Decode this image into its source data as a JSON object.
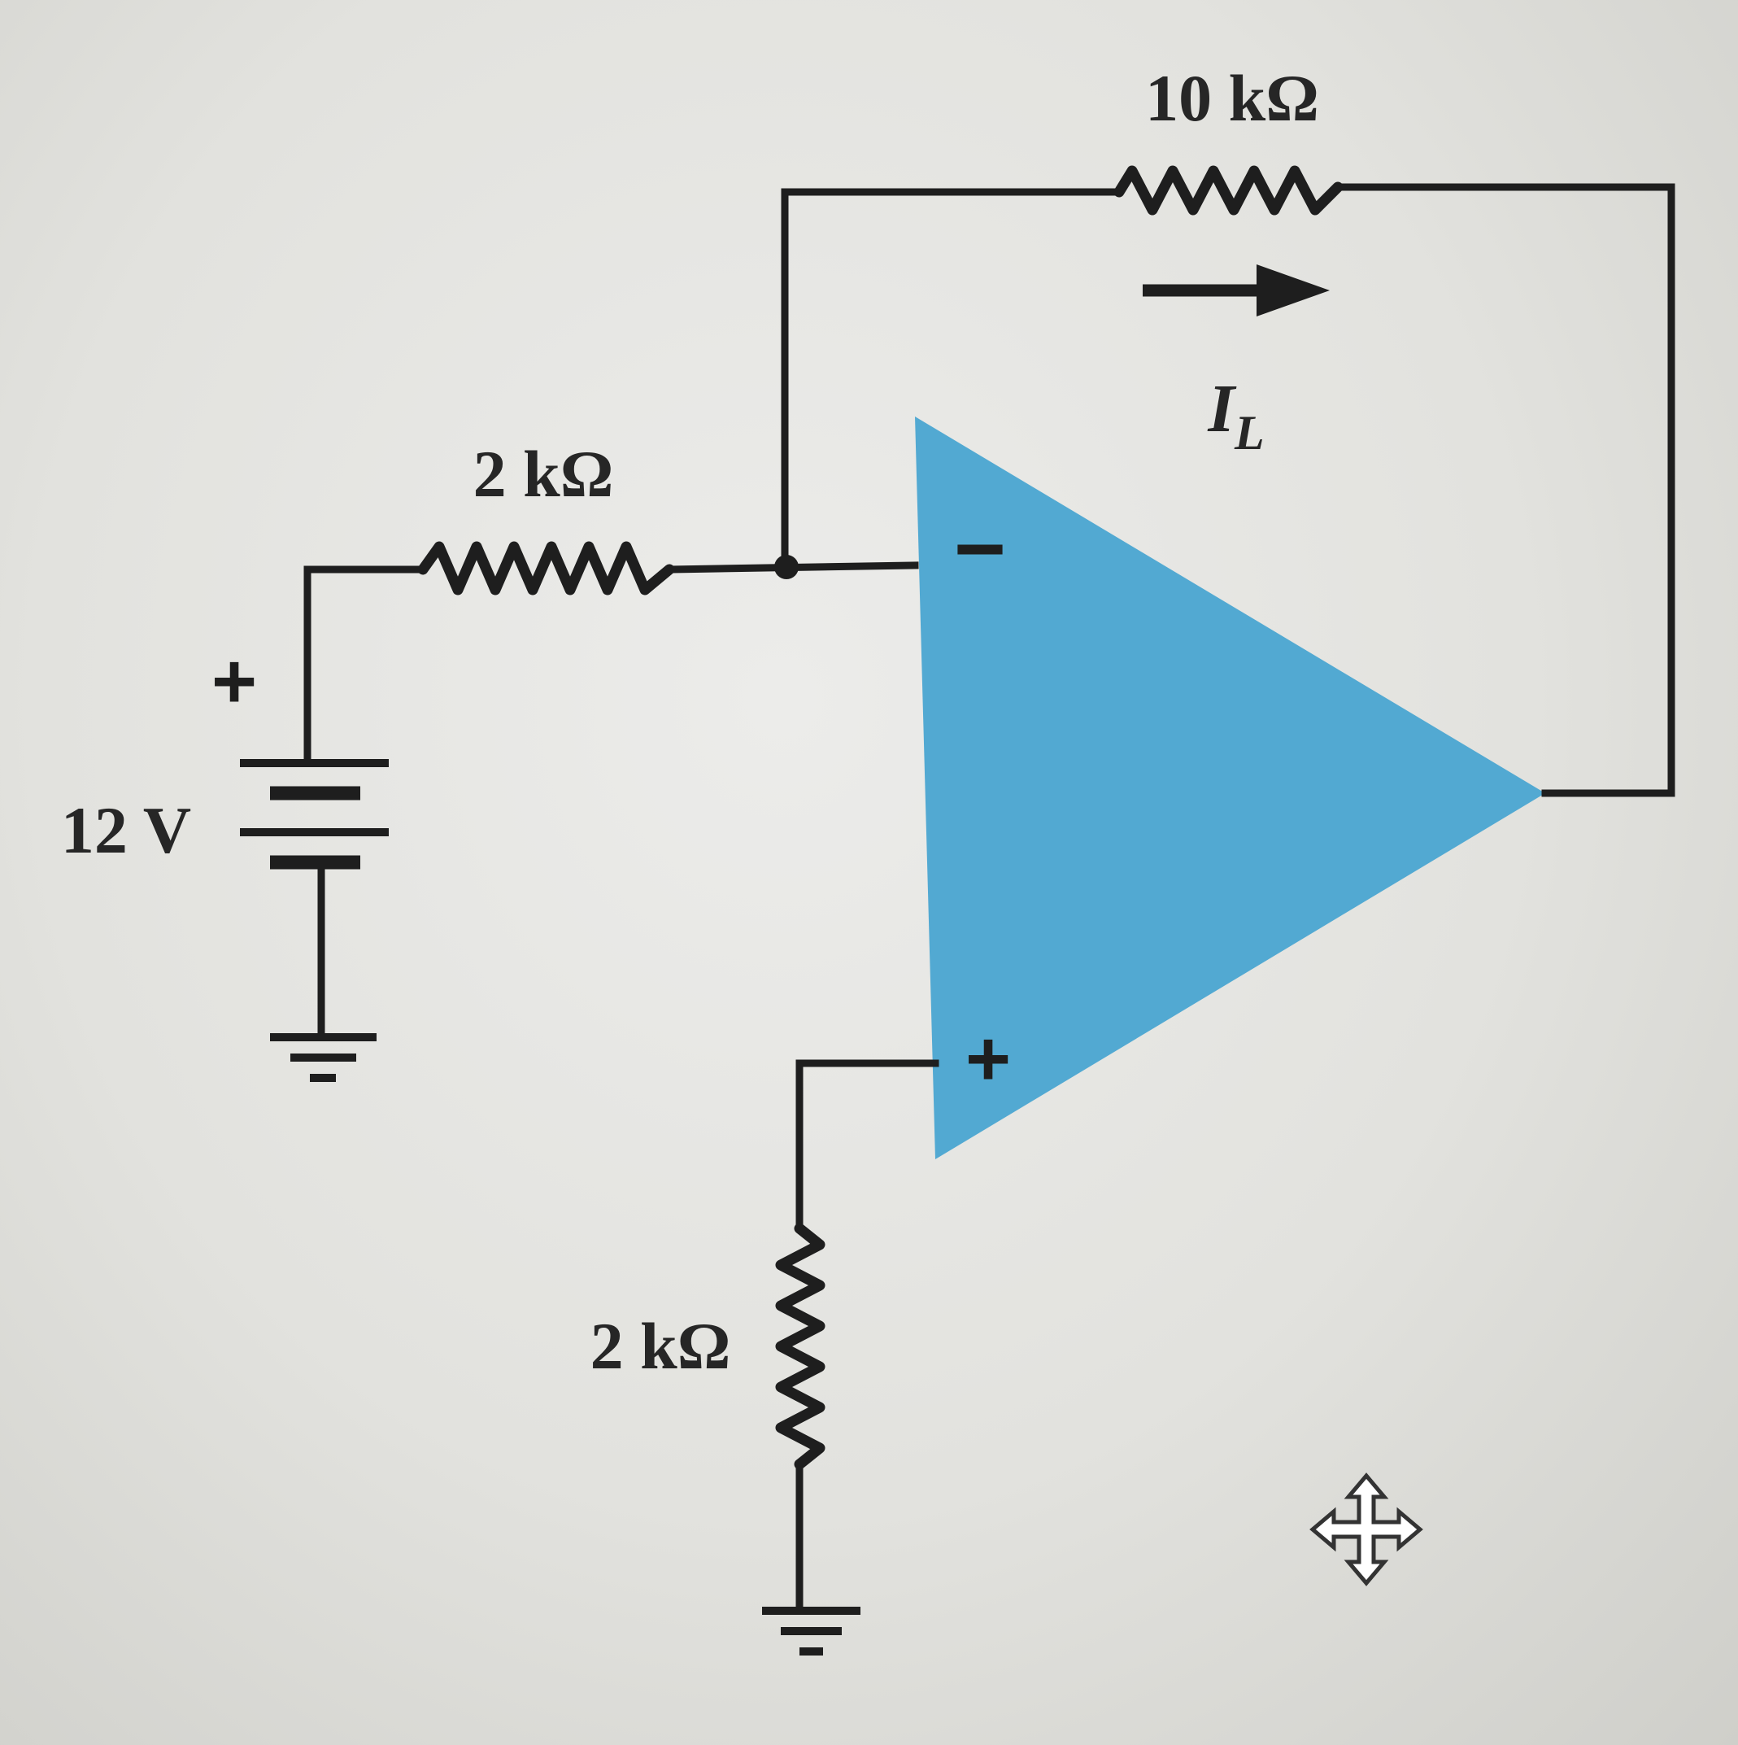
{
  "diagram": {
    "components": {
      "feedback_resistor": {
        "label": "10 kΩ"
      },
      "input_resistor": {
        "label": "2 kΩ"
      },
      "ground_resistor": {
        "label": "2 kΩ"
      },
      "battery": {
        "label": "12 V",
        "polarity_mark": "+"
      },
      "current": {
        "symbol": "I",
        "subscript": "L"
      },
      "opamp": {
        "inverting_mark": "−",
        "noninverting_mark": "+",
        "fill_color": "#52a9d2"
      }
    },
    "cursor_icon": "move-cursor-icon"
  }
}
